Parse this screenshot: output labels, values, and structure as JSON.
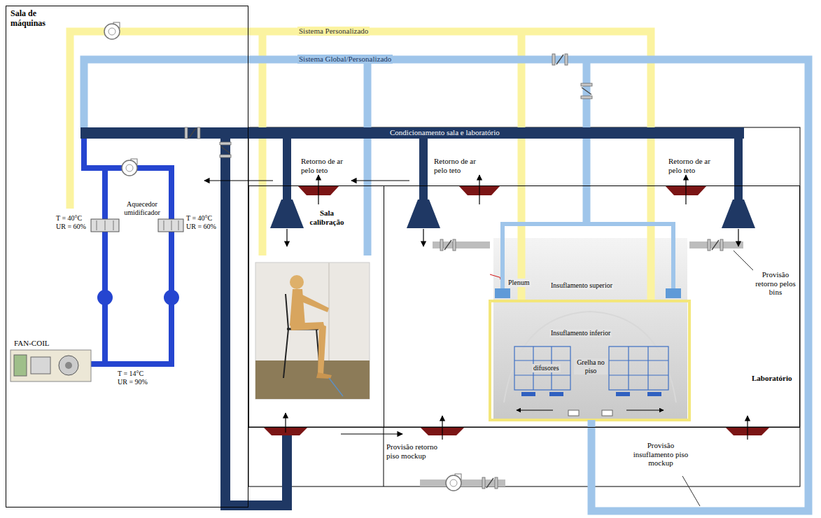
{
  "diagram": {
    "nodes": [
      {
        "text": [
          "Sala de máquinas"
        ]
      },
      {
        "text": [
          "Sala calibração"
        ]
      },
      {
        "text": [
          "Laboratório"
        ]
      }
    ],
    "labels": [
      "Sistema Personalizado",
      "Sistema Global/Personalizado",
      "Condicionamento sala e laboratório",
      "Retorno de ar pelo teto",
      "Retorno de ar pelo teto",
      "Retorno de ar pelo teto",
      "Aquecedor umidificador",
      "T = 40°C UR = 60%",
      "T = 40°C UR = 60%",
      "Plenum",
      "Insuflamento superior",
      "Provisão retorno pelos bins",
      "Insuflamento inferior",
      "difusores",
      "Grelha no piso",
      "FAN-COIL",
      "T = 14°C UR = 90%",
      "Provisão retorno piso mockup",
      "Provisão insuflamento piso mockup"
    ]
  }
}
